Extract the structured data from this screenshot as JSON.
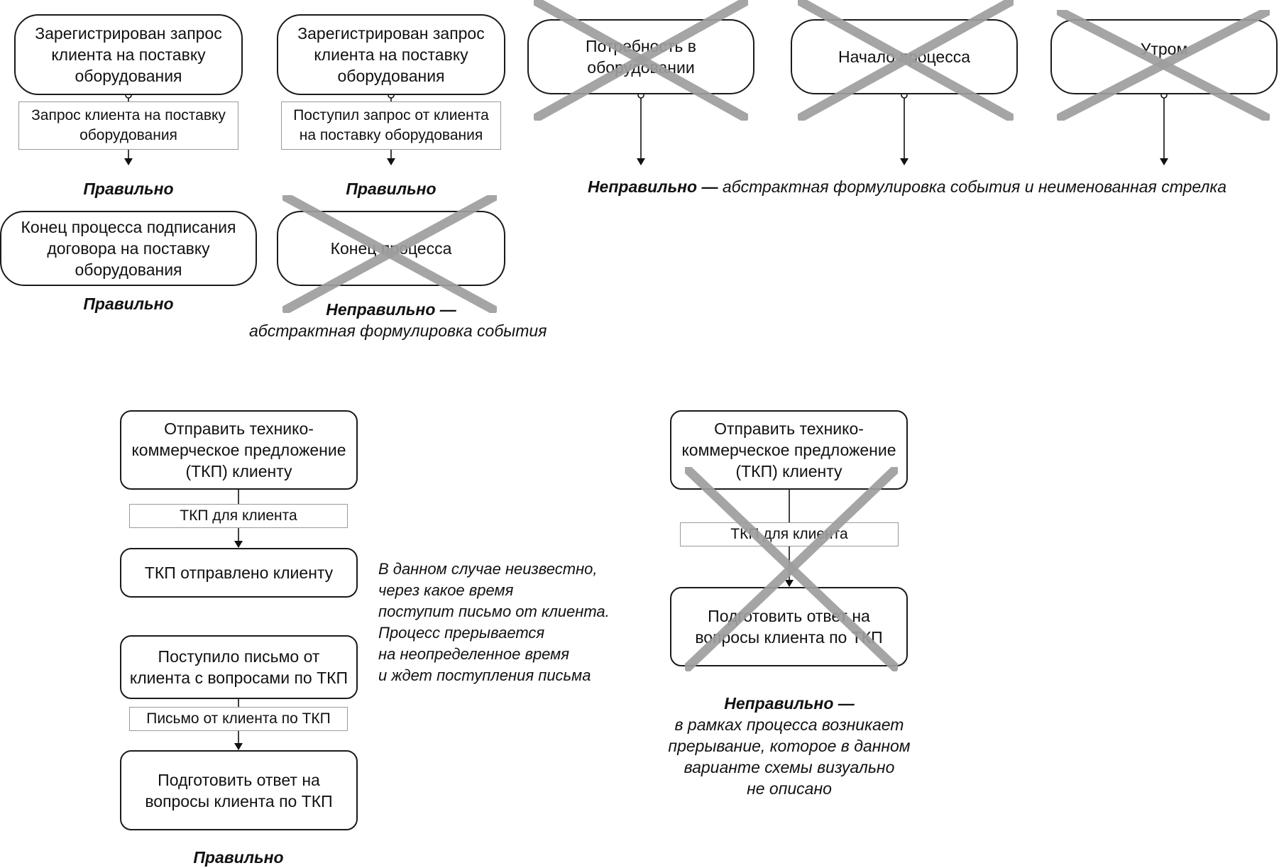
{
  "top_left": {
    "event_received": "Зарегистрирован запрос клиента на поставку оборудования",
    "label_correct": "Запрос клиента на поставку оборудования",
    "caption_1": "Правильно",
    "end_correct": "Конец процесса подписания договора на поставку оборудования",
    "caption_2": "Правильно"
  },
  "top_middle": {
    "event_received": "Зарегистрирован запрос клиента на поставку оборудования",
    "label_correct": "Поступил запрос от клиента на поставку оборудования",
    "caption_1": "Правильно",
    "end_wrong": "Конец процесса",
    "caption_wrong_bold": "Неправильно —",
    "caption_wrong_text": "абстрактная формулировка события"
  },
  "top_right": {
    "event_1": "Потребность в оборудовании",
    "event_2": "Начало процесса",
    "event_3": "Утром",
    "caption_bold": "Неправильно —",
    "caption_text": "абстрактная формулировка события и неименованная стрелка"
  },
  "bottom_left": {
    "func_send": "Отправить технико-коммерческое предложение (ТКП) клиенту",
    "label_tkp": "ТКП для клиента",
    "event_sent": "ТКП отправлено клиенту",
    "event_letter": "Поступило письмо от клиента с вопросами по ТКП",
    "label_letter": "Письмо от клиента по ТКП",
    "func_prepare": "Подготовить ответ на вопросы клиента по ТКП",
    "caption": "Правильно",
    "note_lines": [
      "В данном случае неизвестно,",
      "через какое время",
      "поступит письмо от клиента.",
      "Процесс прерывается",
      "на неопределенное время",
      "и ждет поступления письма"
    ]
  },
  "bottom_right": {
    "func_send": "Отправить технико-коммерческое предложение (ТКП) клиенту",
    "label_tkp": "ТКП для клиента",
    "func_prepare": "Подготовить ответ на вопросы клиента по ТКП",
    "caption_bold": "Неправильно —",
    "caption_lines": [
      "в рамках процесса возникает",
      "прерывание, которое в данном",
      "варианте схемы визуально",
      "не описано"
    ]
  },
  "colors": {
    "cross": "#9e9e9e",
    "border": "#1a1a1a",
    "label_border": "#9a9a9a"
  }
}
